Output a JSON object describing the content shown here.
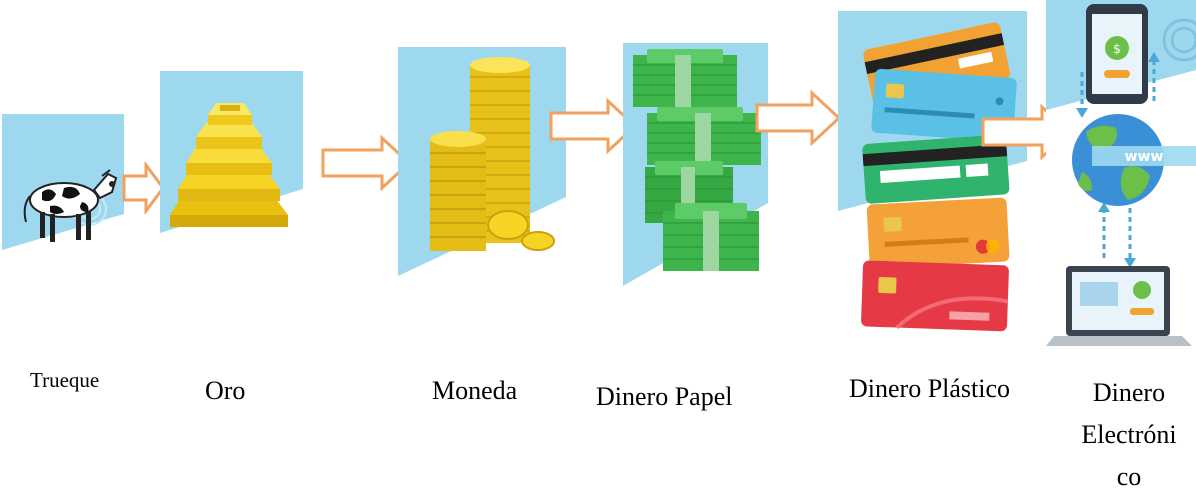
{
  "stages": [
    {
      "id": "trueque",
      "label": "Trueque",
      "icon": "cow-icon"
    },
    {
      "id": "oro",
      "label": "Oro",
      "icon": "gold-bars-icon"
    },
    {
      "id": "moneda",
      "label": "Moneda",
      "icon": "coin-stack-icon"
    },
    {
      "id": "dinero-papel",
      "label": "Dinero Papel",
      "icon": "banknote-stack-icon"
    },
    {
      "id": "dinero-plastico",
      "label": "Dinero Plástico",
      "icon": "credit-cards-icon"
    },
    {
      "id": "dinero-electronico",
      "label_lines": [
        "Dinero",
        "Electróni",
        "co"
      ],
      "icon": "electronic-money-icon"
    }
  ],
  "colors": {
    "panel_bg": "#9ED8EF",
    "arrow": "#F0A25E",
    "gold": "#F5D423",
    "banknote": "#3DB54A",
    "text": "#000000"
  }
}
